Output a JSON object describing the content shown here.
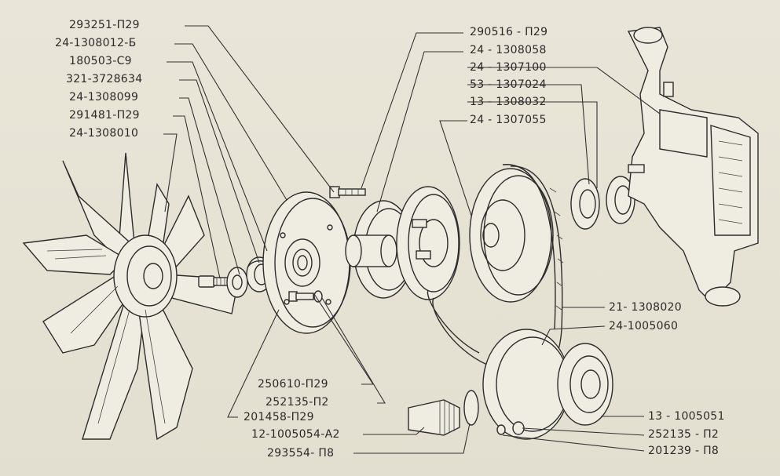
{
  "labels_left": [
    {
      "id": "p1",
      "text": "293251-П29"
    },
    {
      "id": "p2",
      "text": "24-1308012-Б"
    },
    {
      "id": "p3",
      "text": "180503-С9"
    },
    {
      "id": "p4",
      "text": "321-3728634"
    },
    {
      "id": "p5",
      "text": "24-1308099"
    },
    {
      "id": "p6",
      "text": "291481-П29"
    },
    {
      "id": "p7",
      "text": "24-1308010"
    }
  ],
  "labels_top_right": [
    {
      "id": "r1",
      "text": "290516 - П29"
    },
    {
      "id": "r2",
      "text": "24 - 1308058"
    },
    {
      "id": "r3",
      "text": "24 - 1307100"
    },
    {
      "id": "r4",
      "text": "53 - 1307024"
    },
    {
      "id": "r5",
      "text": "13 - 1308032"
    },
    {
      "id": "r6",
      "text": "24 - 1307055"
    }
  ],
  "labels_mid_right": [
    {
      "id": "m1",
      "text": "21- 1308020"
    },
    {
      "id": "m2",
      "text": "24-1005060"
    }
  ],
  "labels_bottom_right": [
    {
      "id": "b1",
      "text": "13 - 1005051"
    },
    {
      "id": "b2",
      "text": "252135 - П2"
    },
    {
      "id": "b3",
      "text": "201239 - П8"
    }
  ],
  "labels_bottom_left": [
    {
      "id": "l1",
      "text": "250610-П29"
    },
    {
      "id": "l2",
      "text": "252135-П2"
    },
    {
      "id": "l3",
      "text": "201458-П29"
    },
    {
      "id": "l4",
      "text": "12-1005054-А2"
    },
    {
      "id": "l5",
      "text": "293554- П8"
    }
  ]
}
